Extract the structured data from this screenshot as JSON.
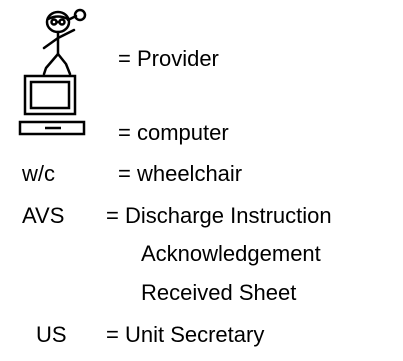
{
  "legend": {
    "provider": {
      "icon": "stick-figure-icon",
      "text": "= Provider"
    },
    "computer": {
      "icon": "computer-icon",
      "text": "= computer"
    },
    "wheelchair": {
      "abbr": "w/c",
      "text": "= wheelchair"
    },
    "avs": {
      "abbr": "AVS",
      "text": "= Discharge Instruction",
      "line2": "Acknowledgement",
      "line3": "Received Sheet"
    },
    "unit_secretary": {
      "abbr": "US",
      "text": "= Unit Secretary"
    }
  }
}
